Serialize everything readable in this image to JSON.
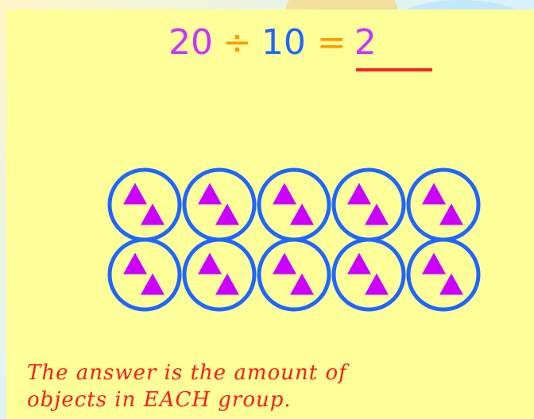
{
  "equation": {
    "dividend": "20",
    "operator": "÷",
    "divisor": "10",
    "equals": "=",
    "answer": "2"
  },
  "groups": {
    "count": 10,
    "objects_per_group": 2,
    "circle_color": "#1f66ff",
    "object_color": "#cc00ff",
    "object_shape": "triangle"
  },
  "caption": {
    "line1": "The answer is the amount of",
    "line2": "objects in EACH group."
  },
  "colors": {
    "panel": "#ffff99",
    "answer_underline": "#ff2222",
    "caption_text": "#ff1a1a"
  }
}
